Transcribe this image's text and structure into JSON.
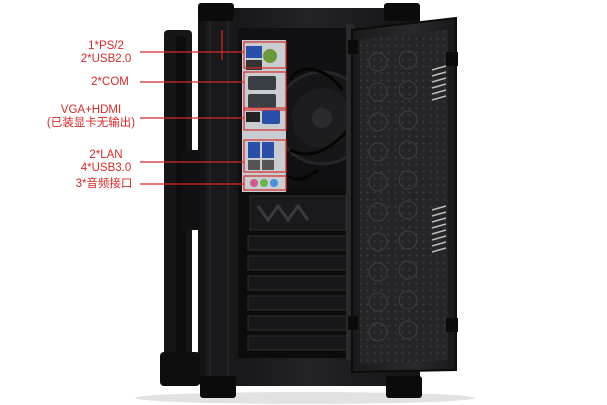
{
  "annotations": [
    {
      "id": "ps2-usb2",
      "lines": [
        "1*PS/2",
        "2*USB2.0"
      ]
    },
    {
      "id": "com",
      "lines": [
        "2*COM"
      ]
    },
    {
      "id": "vga-hdmi",
      "lines": [
        "VGA+HDMI",
        "(已装显卡无输出)"
      ]
    },
    {
      "id": "lan-usb3",
      "lines": [
        "2*LAN",
        "4*USB3.0"
      ]
    },
    {
      "id": "audio",
      "lines": [
        "3*音频接口"
      ]
    }
  ],
  "colors": {
    "annotation": "#d42a2a",
    "chassis": "#1b1b1d",
    "chassis_dark": "#0c0c0d",
    "io_panel": "#c9cdd2"
  },
  "objects": {
    "subject": "black-industrial-pc-chassis",
    "door": "open-perforated-side-door"
  }
}
